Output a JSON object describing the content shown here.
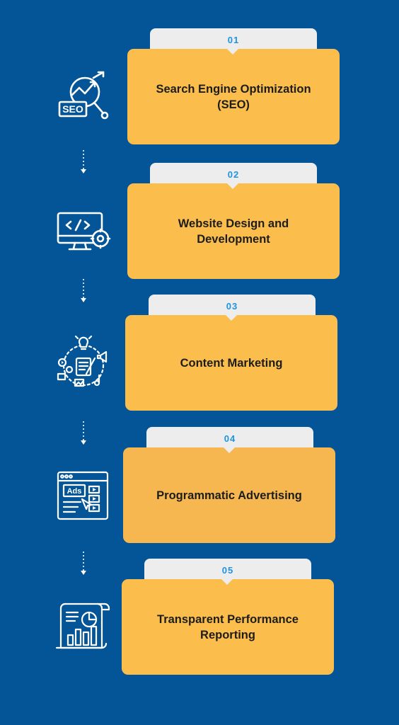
{
  "steps": [
    {
      "number": "01",
      "title": "Search Engine Optimization (SEO)",
      "icon": "seo-icon"
    },
    {
      "number": "02",
      "title": "Website Design and Development",
      "icon": "code-monitor-icon"
    },
    {
      "number": "03",
      "title": "Content Marketing",
      "icon": "content-marketing-icon"
    },
    {
      "number": "04",
      "title": "Programmatic Advertising",
      "icon": "ads-browser-icon"
    },
    {
      "number": "05",
      "title": "Transparent Performance Reporting",
      "icon": "report-chart-icon"
    }
  ],
  "seo_icon_text": "SEO",
  "ads_icon_text": "Ads",
  "colors": {
    "background": "#035597",
    "card": "#fbbd4c",
    "tab": "#ededed",
    "number": "#1f93e0",
    "icon": "#ffffff"
  }
}
